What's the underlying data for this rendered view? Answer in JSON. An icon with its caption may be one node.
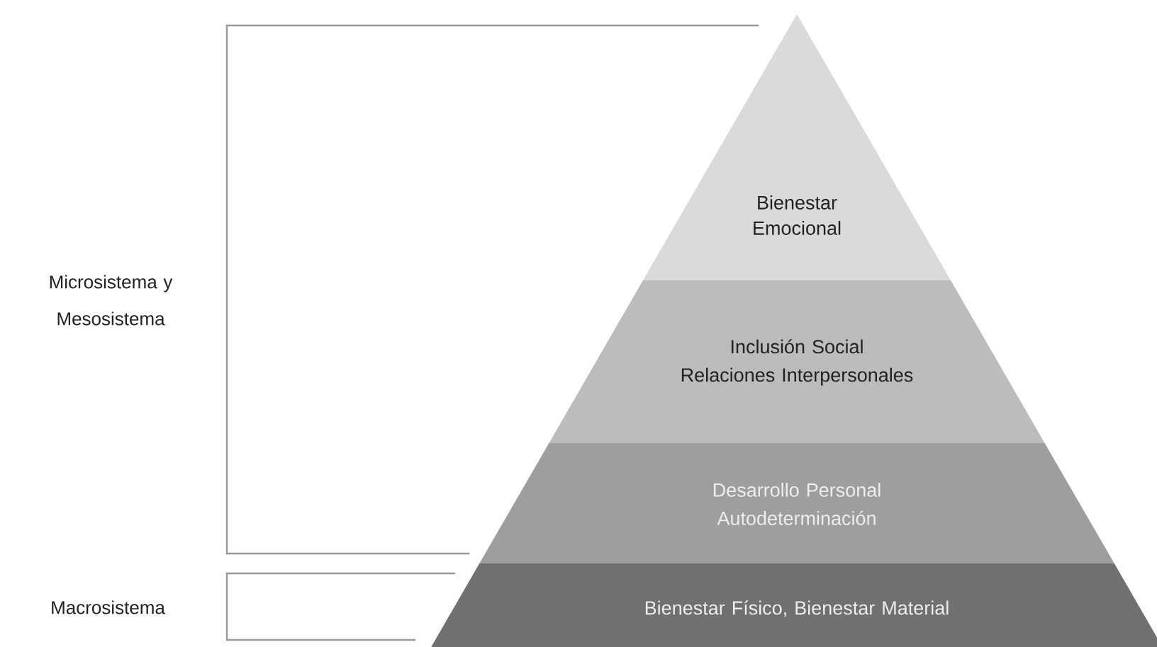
{
  "diagram": {
    "nodes": [
      {
        "text": [
          "Bienestar Emocional"
        ]
      },
      {
        "text": [
          "Inclusión Social",
          "Relaciones Interpersonales"
        ]
      },
      {
        "text": [
          "Desarrollo Personal",
          "Autodeterminación"
        ]
      },
      {
        "text": [
          "Bienestar Físico, Bienestar Material"
        ]
      }
    ],
    "labels": [
      "Microsistema y Mesosistema",
      "Macrosistema"
    ]
  }
}
